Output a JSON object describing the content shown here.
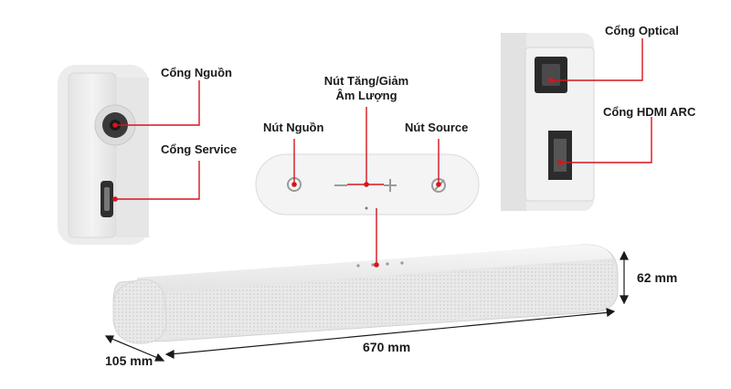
{
  "labels": {
    "power_port": "Cổng Nguồn",
    "service_port": "Cổng Service",
    "volume_button_line1": "Nút Tăng/Giảm",
    "volume_button_line2": "Âm Lượng",
    "power_button": "Nút Nguồn",
    "source_button": "Nút Source",
    "optical_port": "Cổng Optical",
    "hdmi_arc_port": "Cổng HDMI ARC"
  },
  "dimensions": {
    "width": "670 mm",
    "height": "62 mm",
    "depth": "105 mm"
  },
  "colors": {
    "callout": "#d7141e",
    "device": "#eeeeee",
    "device_shadow": "#d4d4d4",
    "inset_bg": "#f0f0f0"
  }
}
